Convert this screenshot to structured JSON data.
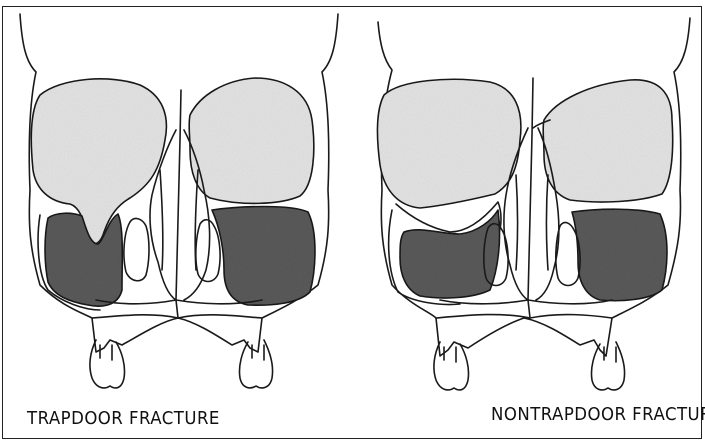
{
  "captions": {
    "left": "TRAPDOOR FRACTURE",
    "right": "NONTRAPDOOR FRACTURE"
  },
  "colors": {
    "ink": "#1a1a1a",
    "orbit_shade": "#e4e4e4",
    "sinus_shade": "#5a5a5a"
  },
  "icons": [
    "skull-outline",
    "orbit",
    "maxillary-sinus",
    "nasal-cavity",
    "tooth"
  ]
}
